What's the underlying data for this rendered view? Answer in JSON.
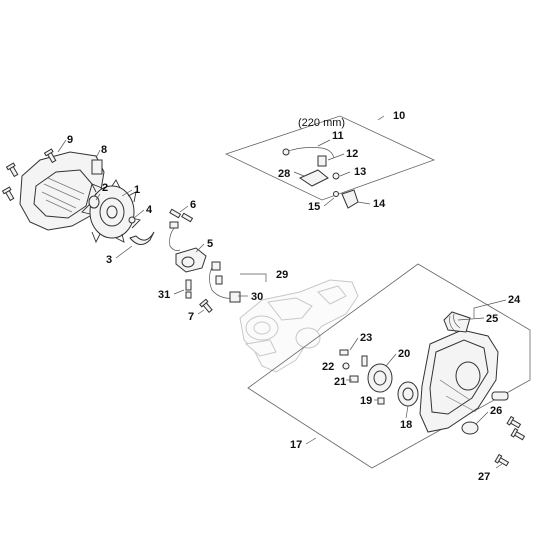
{
  "diagram": {
    "title": "Exploded parts diagram",
    "measure_note": "(220 mm)",
    "callouts": [
      "1",
      "2",
      "3",
      "4",
      "5",
      "6",
      "7",
      "8",
      "9",
      "10",
      "11",
      "12",
      "13",
      "14",
      "15",
      "17",
      "18",
      "19",
      "20",
      "21",
      "22",
      "23",
      "24",
      "25",
      "26",
      "27",
      "28",
      "29",
      "30",
      "31"
    ]
  }
}
